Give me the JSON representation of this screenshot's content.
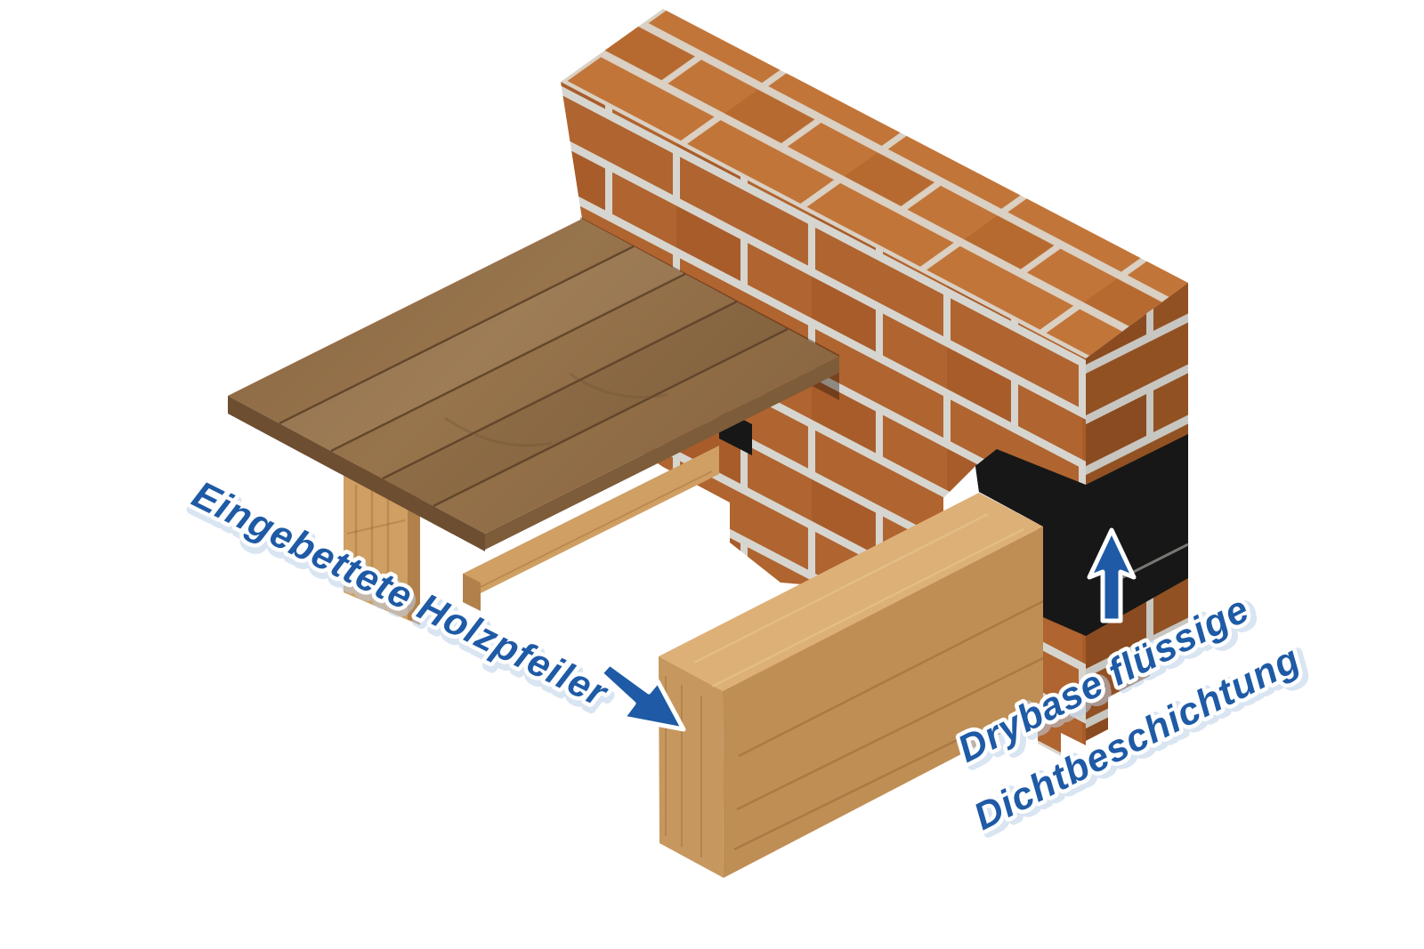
{
  "diagram": {
    "kind": "isometric construction detail illustration",
    "background": "#ffffff",
    "labels": {
      "embedded_joist": "Eingebettete Holzpfeiler",
      "coating_line1": "Drybase flüssige",
      "coating_line2": "Dichtbeschichtung"
    },
    "icons": {
      "joist_arrow": "diagonal-pointer-arrow-icon",
      "coating_arrow": "up-arrow-icon"
    },
    "colors": {
      "label_blue": "#1e5aa5",
      "label_outline": "#ffffff",
      "label_shadow": "#bdd0e8",
      "coating_black": "#171717",
      "mortar": "#d7d5cf",
      "brick_front": "#b0642f",
      "brick_front_alt": "#a85c2a",
      "brick_top": "#bd7238",
      "brick_top_alt": "#b1672e",
      "brick_end": "#9e5826",
      "brick_end_alt": "#955123",
      "floor_wood": "#8e6b45",
      "floor_edge_grain": "#6d4e31",
      "floor_edge_side": "#7d5c3a",
      "joist_wood": "#cf9f63",
      "joist_wood_dark": "#b2814b",
      "beam_top": "#ddb077",
      "beam_front": "#c6975e",
      "beam_side": "#bf8e54"
    }
  }
}
